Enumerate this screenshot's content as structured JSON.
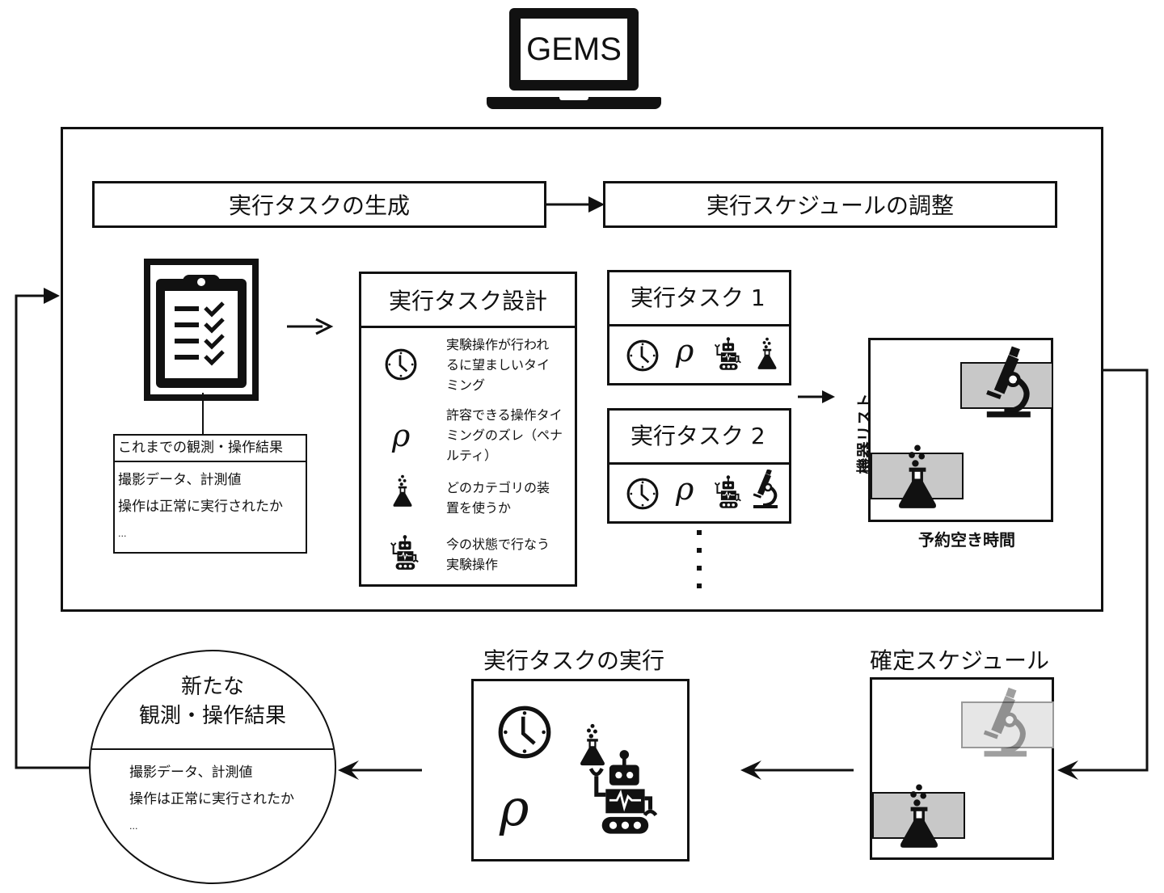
{
  "system": {
    "name": "GEMS",
    "icon": "laptop-icon"
  },
  "header_boxes": {
    "generate": "実行タスクの生成",
    "adjust": "実行スケジュールの調整"
  },
  "past_results": {
    "icon": "clipboard-checklist-icon",
    "title": "これまでの観測・操作結果",
    "lines": [
      "撮影データ、計測値",
      "操作は正常に実行されたか",
      "..."
    ]
  },
  "task_design": {
    "title": "実行タスク設計",
    "items": [
      {
        "icon": "clock-icon",
        "symbol": "",
        "text": "実験操作が行われるに望ましいタイミング"
      },
      {
        "icon": "rho-icon",
        "symbol": "ρ",
        "text": "許容できる操作タイミングのズレ（ペナルティ）"
      },
      {
        "icon": "flask-icon",
        "symbol": "",
        "text": "どのカテゴリの装置を使うか"
      },
      {
        "icon": "robot-icon",
        "symbol": "",
        "text": "今の状態で行なう実験操作"
      }
    ]
  },
  "tasks": [
    {
      "title": "実行タスク 1",
      "icons": [
        "clock-icon",
        "rho-icon",
        "robot-icon",
        "flask-icon"
      ]
    },
    {
      "title": "実行タスク 2",
      "icons": [
        "clock-icon",
        "rho-icon",
        "robot-icon",
        "microscope-icon"
      ]
    }
  ],
  "rho_symbol": "ρ",
  "schedule_chart": {
    "y_label": "機器リスト",
    "x_label": "予約空き時間",
    "devices": [
      "microscope-icon",
      "flask-icon"
    ]
  },
  "final_schedule": {
    "title": "確定スケジュール"
  },
  "execution": {
    "title": "実行タスクの実行"
  },
  "new_results": {
    "title_line1": "新たな",
    "title_line2": "観測・操作結果",
    "lines": [
      "撮影データ、計測値",
      "操作は正常に実行されたか",
      "..."
    ]
  }
}
